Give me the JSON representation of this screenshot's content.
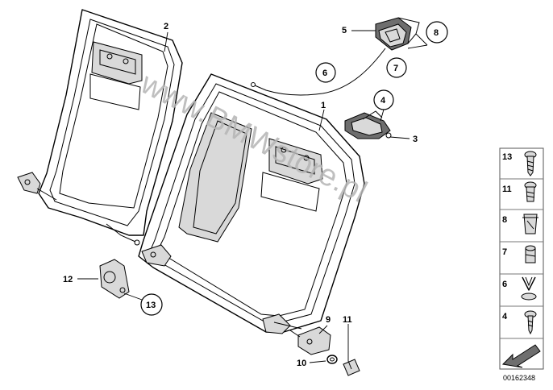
{
  "watermark": "www.BMWstore.pl",
  "callouts": {
    "c1": "1",
    "c2": "2",
    "c3": "3",
    "c4": "4",
    "c5": "5",
    "c6": "6",
    "c7": "7",
    "c8": "8",
    "c9": "9",
    "c10": "10",
    "c11": "11",
    "c12": "12",
    "c13": "13"
  },
  "legend": {
    "items": [
      "13",
      "11",
      "8",
      "7",
      "6",
      "4"
    ]
  },
  "catalog_number": "00162348"
}
